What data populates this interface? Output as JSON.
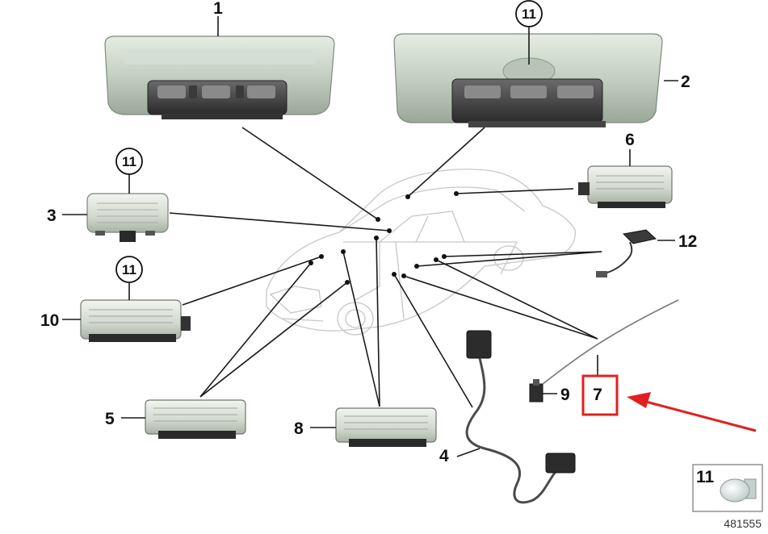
{
  "diagram": {
    "callouts": {
      "c1": "1",
      "c2": "2",
      "c3": "3",
      "c4": "4",
      "c5": "5",
      "c6": "6",
      "c7": "7",
      "c8": "8",
      "c9": "9",
      "c10": "10",
      "c12": "12"
    },
    "circled": {
      "top": "11",
      "left_upper": "11",
      "left_lower": "11"
    },
    "inset_label": "11",
    "reference_number": "481555",
    "colors": {
      "highlight": "#e02020",
      "leader": "#1a1a1a",
      "car_outline": "#c7c7c7"
    }
  }
}
